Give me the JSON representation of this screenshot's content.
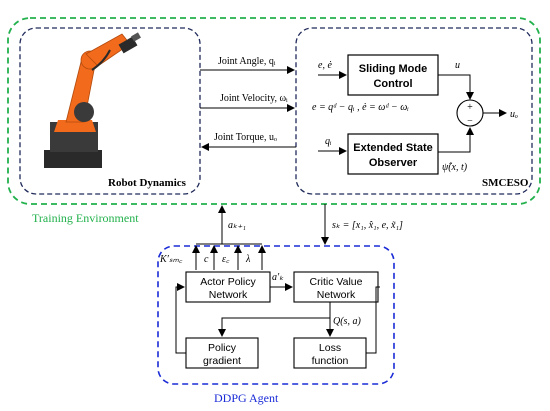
{
  "training_env": {
    "label": "Training Environment",
    "robot_box_label": "Robot Dynamics",
    "smceso_box_label": "SMCESO",
    "signals": {
      "joint_angle": "Joint Angle, qᵢ",
      "joint_velocity": "Joint Velocity, ωᵢ",
      "joint_torque": "Joint Torque, uₒ"
    },
    "smc": {
      "block_label_1": "Sliding Mode",
      "block_label_2": "Control",
      "input_label": "e, ė",
      "output_label": "u",
      "error_eq": "e = qᵈ − qᵢ , ė = ωᵈ − ωᵢ",
      "sum_output": "uₒ",
      "plus": "+",
      "minus": "−"
    },
    "eso": {
      "block_label_1": "Extended State",
      "block_label_2": "Observer",
      "input_label": "qᵢ",
      "output_label": "ψ̂(x, t)"
    }
  },
  "interface": {
    "action_label": "aₖ₊₁",
    "state_label": "sₖ = [x₁, x̂₁, e, x̃₁]"
  },
  "agent": {
    "label": "DDPG Agent",
    "actor_label_1": "Actor Policy",
    "actor_label_2": "Network",
    "critic_label_1": "Critic Value",
    "critic_label_2": "Network",
    "policy_label_1": "Policy",
    "policy_label_2": "gradient",
    "loss_label_1": "Loss",
    "loss_label_2": "function",
    "params": [
      "K′ₛₘ꜀",
      "c",
      "ε꜀",
      "λ"
    ],
    "action_prime": "a′ₖ",
    "q_label": "Q(s, a)"
  },
  "colors": {
    "training_border": "#22b14c",
    "training_text": "#22b14c",
    "agent_border": "#1a2bd6",
    "agent_text": "#1a2bd6",
    "robot_box_border": "#1f2a5a",
    "robot_orange": "#f26a1b",
    "robot_dark": "#2a2a2a"
  }
}
